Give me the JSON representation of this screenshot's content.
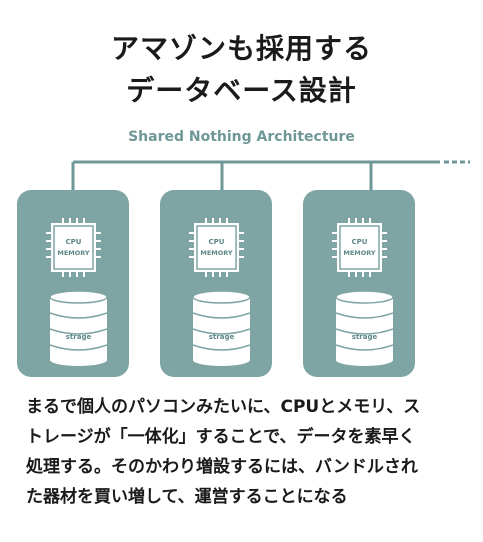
{
  "title": {
    "line1": "アマゾンも採用する",
    "line2": "データベース設計"
  },
  "subtitle": "Shared Nothing Architecture",
  "nodes": [
    {
      "cpu_label_1": "CPU",
      "cpu_label_2": "MEMORY",
      "storage_label": "strage"
    },
    {
      "cpu_label_1": "CPU",
      "cpu_label_2": "MEMORY",
      "storage_label": "strage"
    },
    {
      "cpu_label_1": "CPU",
      "cpu_label_2": "MEMORY",
      "storage_label": "strage"
    }
  ],
  "description": {
    "line1": "まるで個人のパソコンみたいに、CPUとメモリ、ス",
    "line2": "トレージが「一体化」することで、データを素早く",
    "line3": "処理する。そのかわり増設するには、バンドルされ",
    "line4": "た器材を買い増して、運営することになる"
  },
  "colors": {
    "node_fill": "#7fa4a4",
    "accent": "#6f9797",
    "line": "#6f9797",
    "white": "#ffffff"
  }
}
